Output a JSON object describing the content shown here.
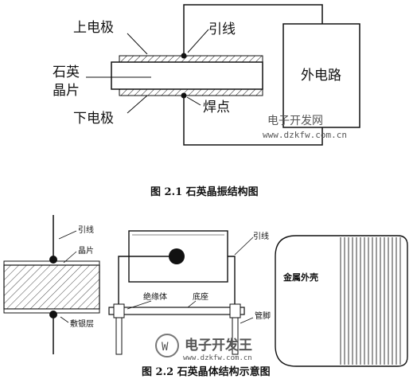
{
  "figure1": {
    "labels": {
      "upper_electrode": "上电极",
      "lead": "引线",
      "crystal_1": "石英",
      "crystal_2": "晶片",
      "lower_electrode": "下电极",
      "solder_point": "焊点",
      "external_circuit": "外电路"
    },
    "caption": "图 2.1  石英晶振结构图"
  },
  "figure2": {
    "labels": {
      "lead": "引线",
      "wafer": "晶片",
      "silver_layer": "敷银层",
      "lead2": "引线",
      "insulator": "绝缘体",
      "base": "底座",
      "pin": "管脚",
      "metal_shell": "金属外壳"
    },
    "caption": "图 2.2  石英晶体结构示意图"
  },
  "watermarks": {
    "site_cn_1": "电子开发网",
    "site_url_1": "www.dzkfw.com.cn",
    "logo_text": "电子开发王",
    "site_url_2": "www.dzkfw.com.cn"
  },
  "colors": {
    "ink": "#111111",
    "watermark": "#555555"
  }
}
